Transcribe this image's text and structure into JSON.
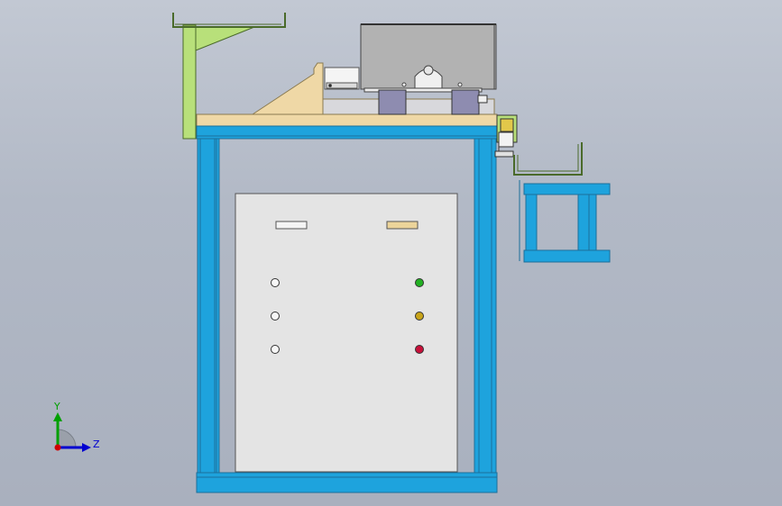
{
  "triad": {
    "y_label": "Y",
    "z_label": "Z",
    "colors": {
      "y": "#00a000",
      "z": "#0000d0",
      "x": "#d00000"
    }
  },
  "colors": {
    "frame": "#1ea3dd",
    "frame_dark": "#1c6f9a",
    "panel": "#e4e4e4",
    "bracket": "#b8e07a",
    "wood": "#efd8a6",
    "hood": "#b2b2b2",
    "motor_block": "#8e8cb0",
    "label_plate_right": "#ecd49a",
    "indicator_green": "#22b022",
    "indicator_yellow": "#c8a41a",
    "indicator_red": "#c8103a"
  },
  "panel": {
    "indicators_left": [
      "off",
      "off",
      "off"
    ],
    "indicators_right": [
      "green",
      "yellow",
      "red"
    ]
  }
}
